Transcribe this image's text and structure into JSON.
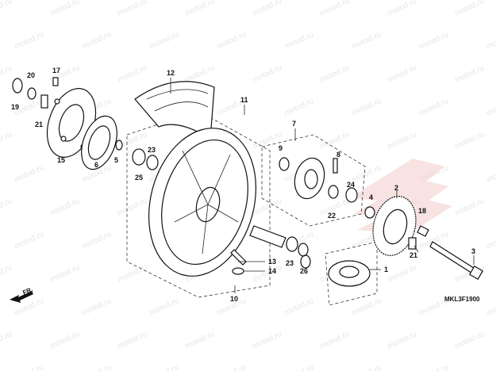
{
  "watermark": "motod.ru",
  "diagram_code": "MKL3F1900",
  "direction_label": "FR.",
  "callouts": {
    "c1": "1",
    "c2": "2",
    "c3": "3",
    "c4": "4",
    "c5": "5",
    "c6": "6",
    "c7": "7",
    "c8": "8",
    "c9": "9",
    "c10": "10",
    "c11": "11",
    "c12": "12",
    "c13": "13",
    "c14": "14",
    "c15": "15",
    "c17": "17",
    "c18": "18",
    "c19": "19",
    "c20": "20",
    "c21a": "21",
    "c21b": "21",
    "c22": "22",
    "c23a": "23",
    "c23b": "23",
    "c24": "24",
    "c25": "25",
    "c26": "26"
  },
  "colors": {
    "line": "#222222",
    "watermark": "#e6e6e6",
    "logo": "#f4cccc"
  },
  "icons": [
    "fr-arrow-icon"
  ]
}
